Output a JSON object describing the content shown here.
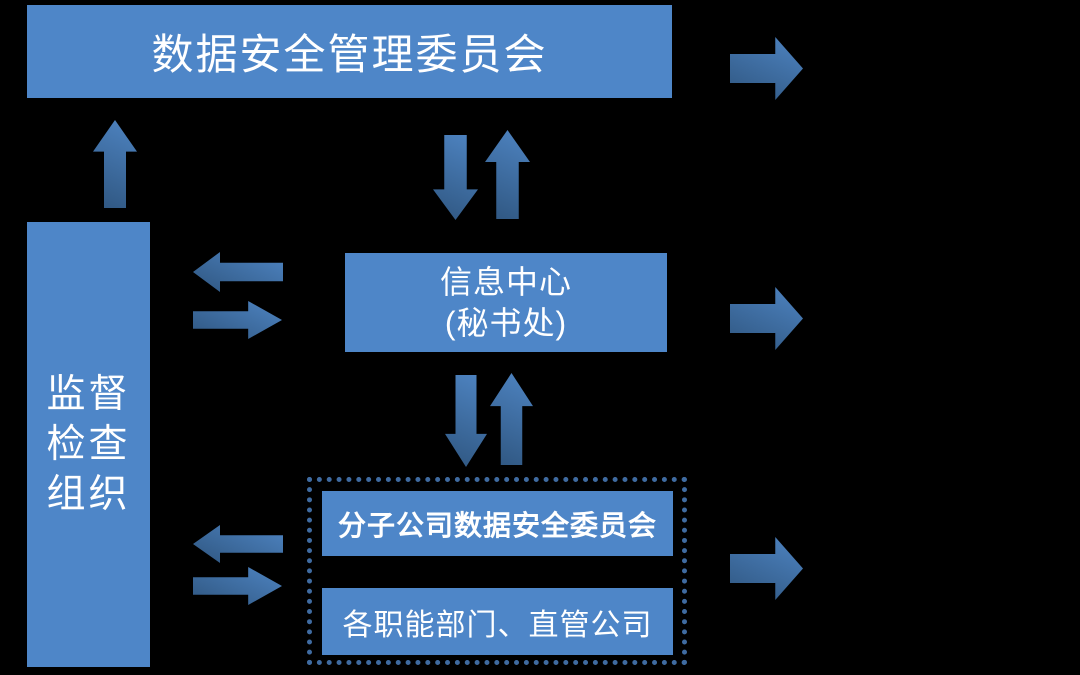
{
  "colors": {
    "background": "#000000",
    "box_fill": "#4e86c8",
    "arrow_light": "#4e84c2",
    "arrow_dark": "#2f5680",
    "dashed_border": "#3f6ba1",
    "text": "#ffffff"
  },
  "nodes": {
    "committee": {
      "label": "数据安全管理委员会"
    },
    "supervision": {
      "lines": [
        "监督",
        "检查",
        "组织"
      ]
    },
    "info_center": {
      "lines": [
        "信息中心",
        "(秘书处)"
      ]
    },
    "subsidiary_committee": {
      "label": "分子公司数据安全委员会"
    },
    "departments": {
      "label": "各职能部门、直管公司"
    }
  },
  "arrows": [
    {
      "name": "supervision-to-committee",
      "direction": "up"
    },
    {
      "name": "committee-info-exchange-down",
      "direction": "down"
    },
    {
      "name": "committee-info-exchange-up",
      "direction": "up"
    },
    {
      "name": "supervision-info-exchange-left",
      "direction": "left"
    },
    {
      "name": "supervision-info-exchange-right",
      "direction": "right"
    },
    {
      "name": "info-subsidiary-exchange-down",
      "direction": "down"
    },
    {
      "name": "info-subsidiary-exchange-up",
      "direction": "up"
    },
    {
      "name": "supervision-subsidiary-exchange-left",
      "direction": "left"
    },
    {
      "name": "supervision-subsidiary-exchange-right",
      "direction": "right"
    },
    {
      "name": "committee-outbound",
      "direction": "right"
    },
    {
      "name": "info-outbound",
      "direction": "right"
    },
    {
      "name": "subsidiary-outbound",
      "direction": "right"
    }
  ]
}
